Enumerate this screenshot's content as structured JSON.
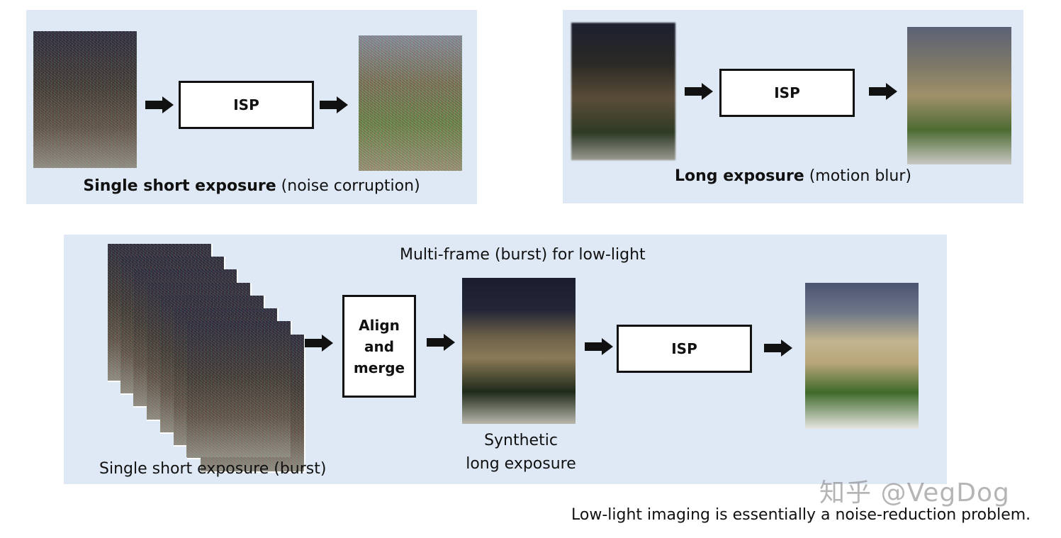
{
  "top_left": {
    "isp_label": "ISP",
    "caption_bold": "Single short exposure",
    "caption_rest": " (noise corruption)"
  },
  "top_right": {
    "isp_label": "ISP",
    "caption_bold": "Long exposure",
    "caption_rest": " (motion blur)"
  },
  "bottom": {
    "title": "Multi-frame (burst) for low-light",
    "align_merge_label": "Align and merge",
    "isp_label": "ISP",
    "burst_caption": "Single short exposure (burst)",
    "synthetic_line1": "Synthetic",
    "synthetic_line2": "long exposure"
  },
  "footer_note": "Low-light imaging is essentially a noise-reduction problem.",
  "watermark": "知乎 @VegDog",
  "colors": {
    "panel_bg": "#dfe9f6",
    "arrow": "#111111",
    "box_border": "#111111"
  }
}
